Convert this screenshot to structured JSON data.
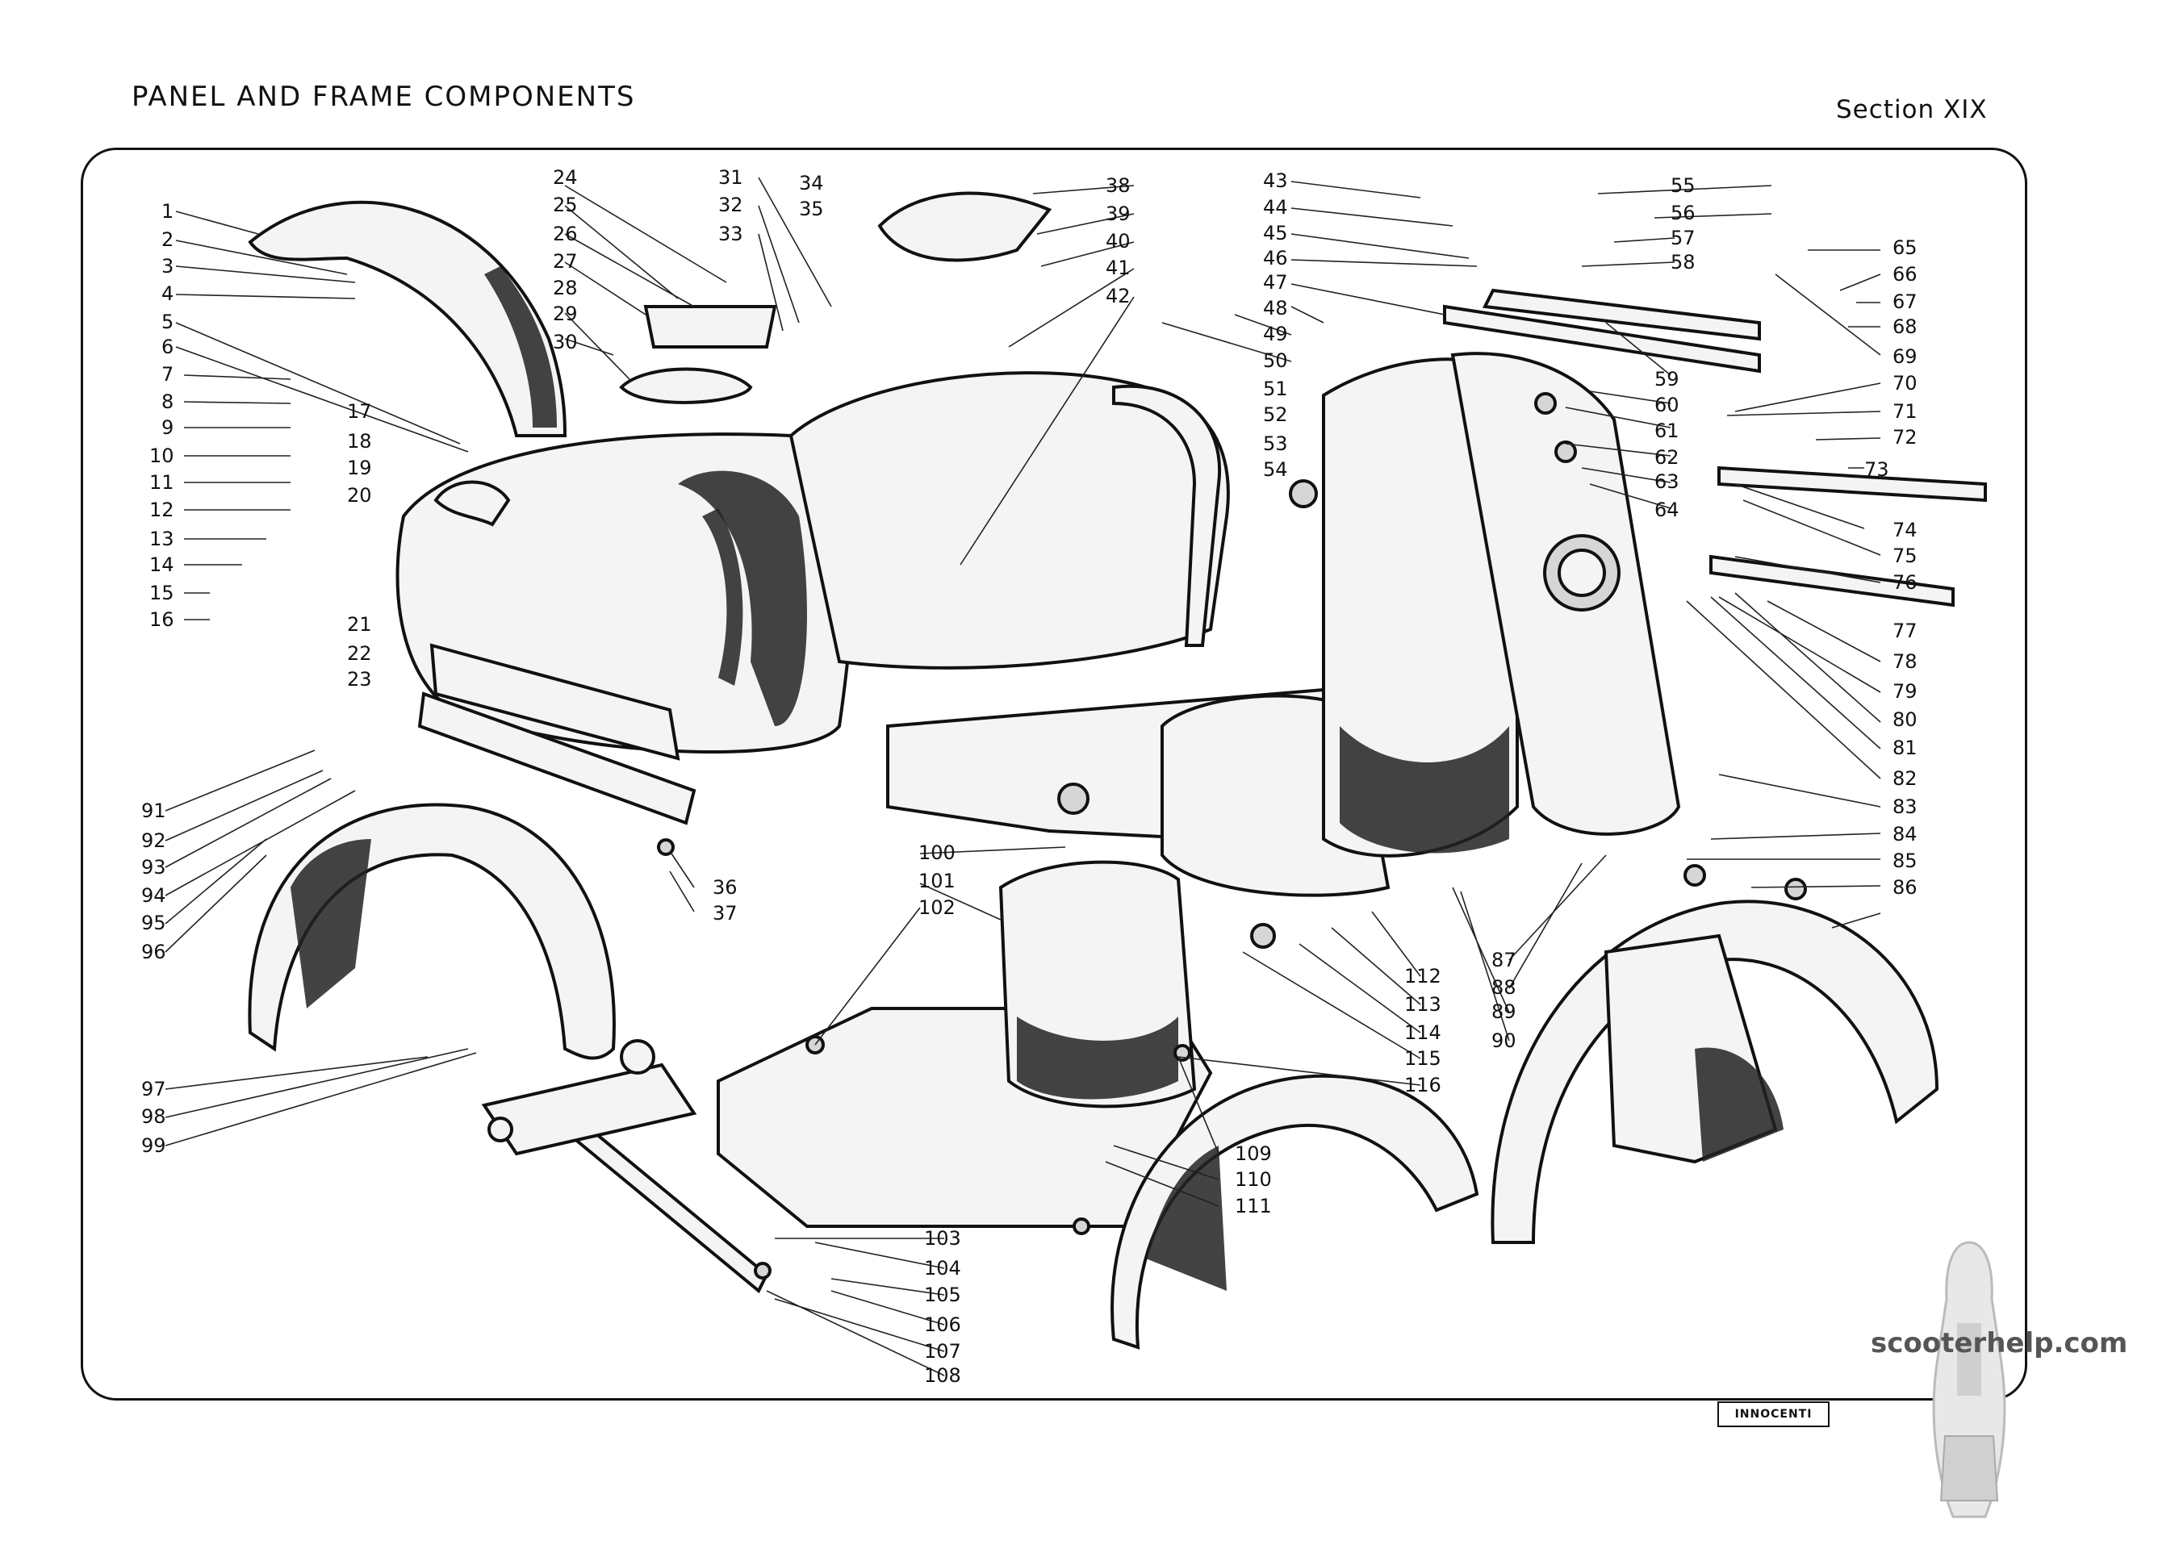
{
  "header": {
    "title": "PANEL AND FRAME COMPONENTS",
    "section": "Section XIX"
  },
  "footer": {
    "website": "scooterhelp.com",
    "brand_logo_text": "INNOCENTI"
  },
  "callouts": {
    "left_column": [
      "1",
      "2",
      "3",
      "4",
      "5",
      "6",
      "7",
      "8",
      "9",
      "10",
      "11",
      "12",
      "13",
      "14",
      "15",
      "16"
    ],
    "left_inner": [
      "17",
      "18",
      "19",
      "20",
      "21",
      "22",
      "23"
    ],
    "top_left": [
      "24",
      "25",
      "26",
      "27",
      "28",
      "29",
      "30"
    ],
    "top_mid": [
      "31",
      "32",
      "33",
      "34",
      "35"
    ],
    "top_right_mid": [
      "38",
      "39",
      "40",
      "41",
      "42"
    ],
    "upper_center": [
      "43",
      "44",
      "45",
      "46",
      "47",
      "48",
      "49",
      "50",
      "51",
      "52",
      "53",
      "54"
    ],
    "top_right": [
      "55",
      "56",
      "57",
      "58",
      "59",
      "60",
      "61",
      "62",
      "63",
      "64"
    ],
    "right_column": [
      "65",
      "66",
      "67",
      "68",
      "69",
      "70",
      "71",
      "72",
      "73",
      "74",
      "75",
      "76",
      "77",
      "78",
      "79",
      "80",
      "81",
      "82",
      "83",
      "84",
      "85",
      "86"
    ],
    "lower_right": [
      "87",
      "88",
      "89",
      "90"
    ],
    "lower_left": [
      "91",
      "92",
      "93",
      "94",
      "95",
      "96",
      "97",
      "98",
      "99"
    ],
    "lower_center": [
      "36",
      "37",
      "100",
      "101",
      "102",
      "103",
      "104",
      "105",
      "106",
      "107",
      "108",
      "109",
      "110",
      "111",
      "112",
      "113",
      "114",
      "115",
      "116"
    ]
  }
}
